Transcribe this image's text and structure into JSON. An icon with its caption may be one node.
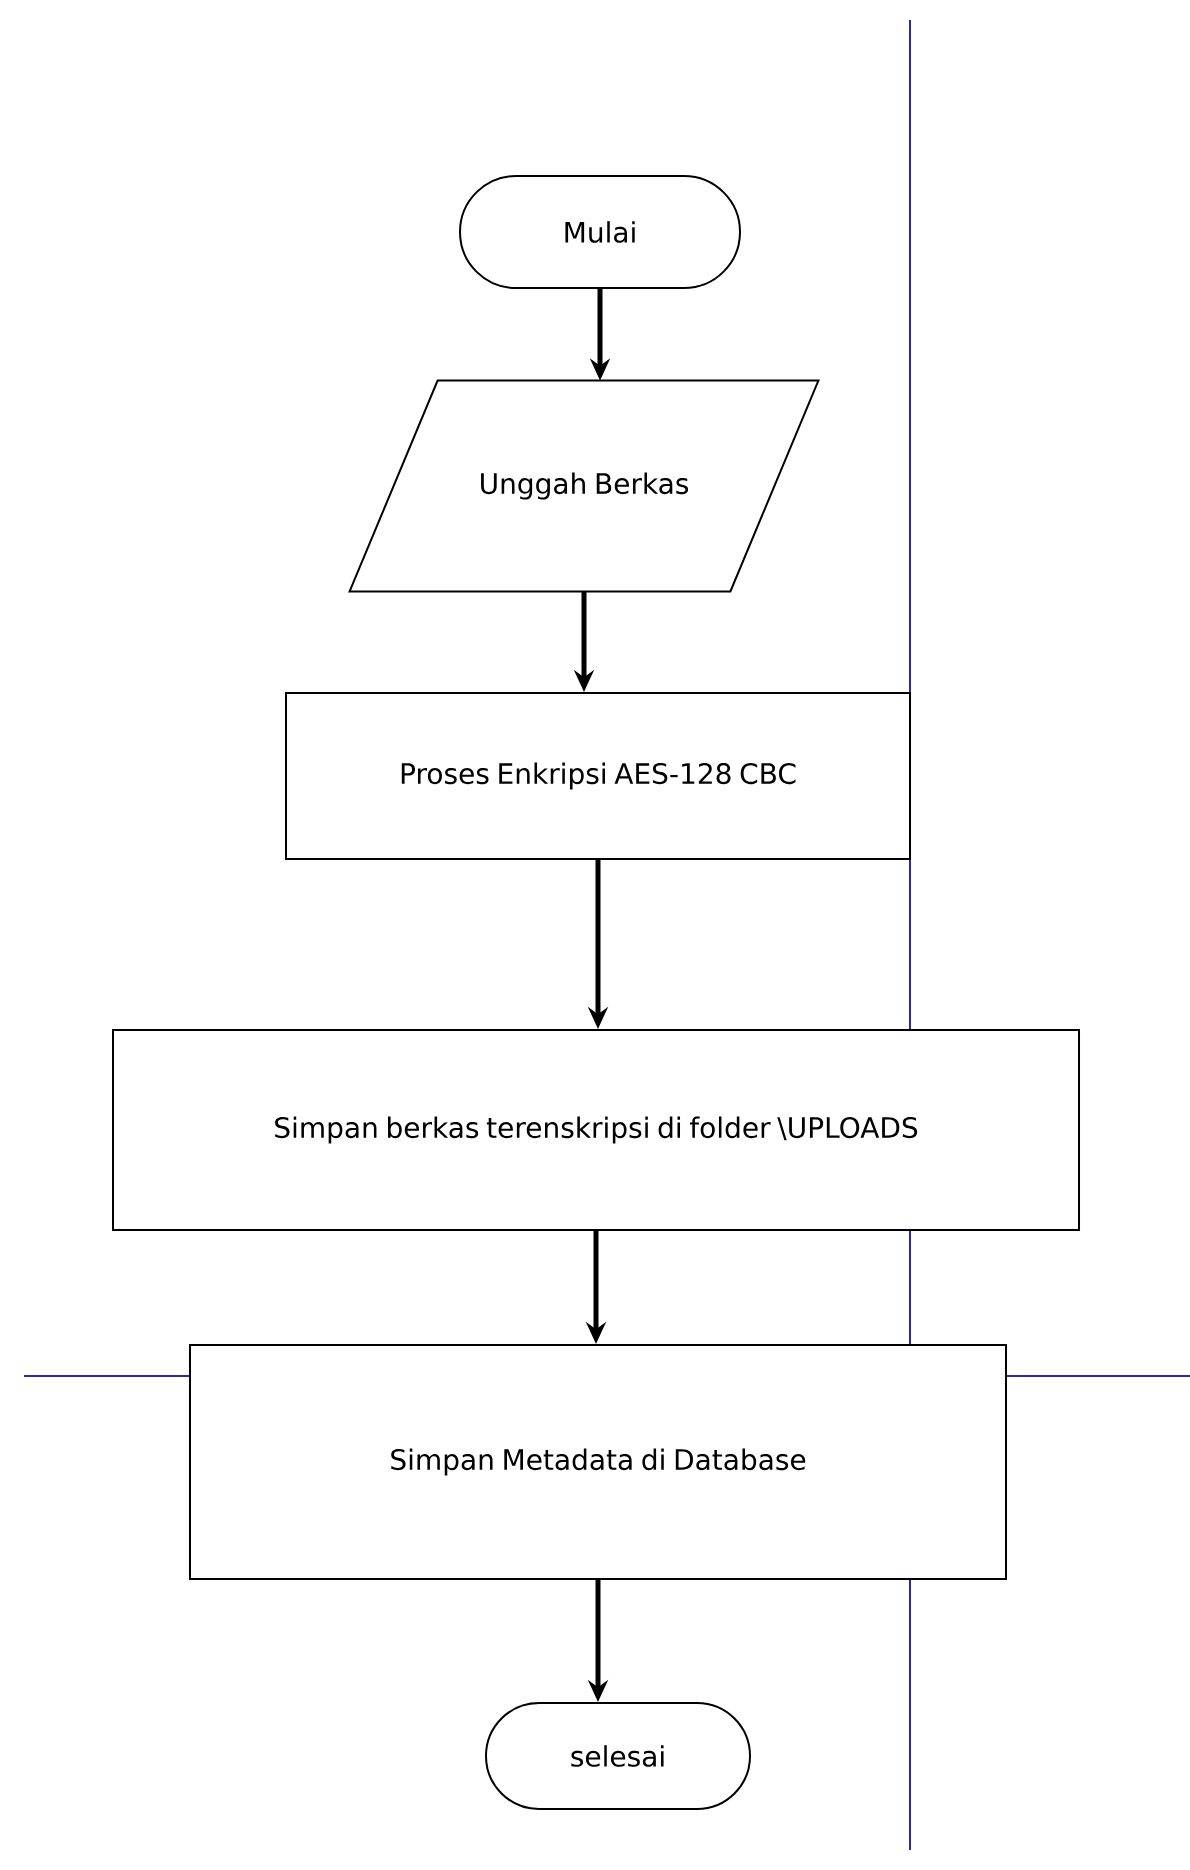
{
  "diagram": {
    "nodes": [
      {
        "text": [
          "Mulai"
        ]
      },
      {
        "text": [
          "Unggah Berkas"
        ]
      },
      {
        "text": [
          "Proses Enkripsi AES-128 CBC"
        ]
      },
      {
        "text": [
          "Simpan berkas terenskripsi di folder \\UPLOADS"
        ]
      },
      {
        "text": [
          "Simpan Metadata di Database"
        ]
      },
      {
        "text": [
          "selesai"
        ]
      }
    ],
    "edges": [
      {
        "from": 0,
        "to": 1,
        "arrow": "to"
      },
      {
        "from": 1,
        "to": 2,
        "arrow": "to"
      },
      {
        "from": 2,
        "to": 3,
        "arrow": "to"
      },
      {
        "from": 3,
        "to": 4,
        "arrow": "to"
      },
      {
        "from": 4,
        "to": 5,
        "arrow": "to"
      }
    ]
  }
}
